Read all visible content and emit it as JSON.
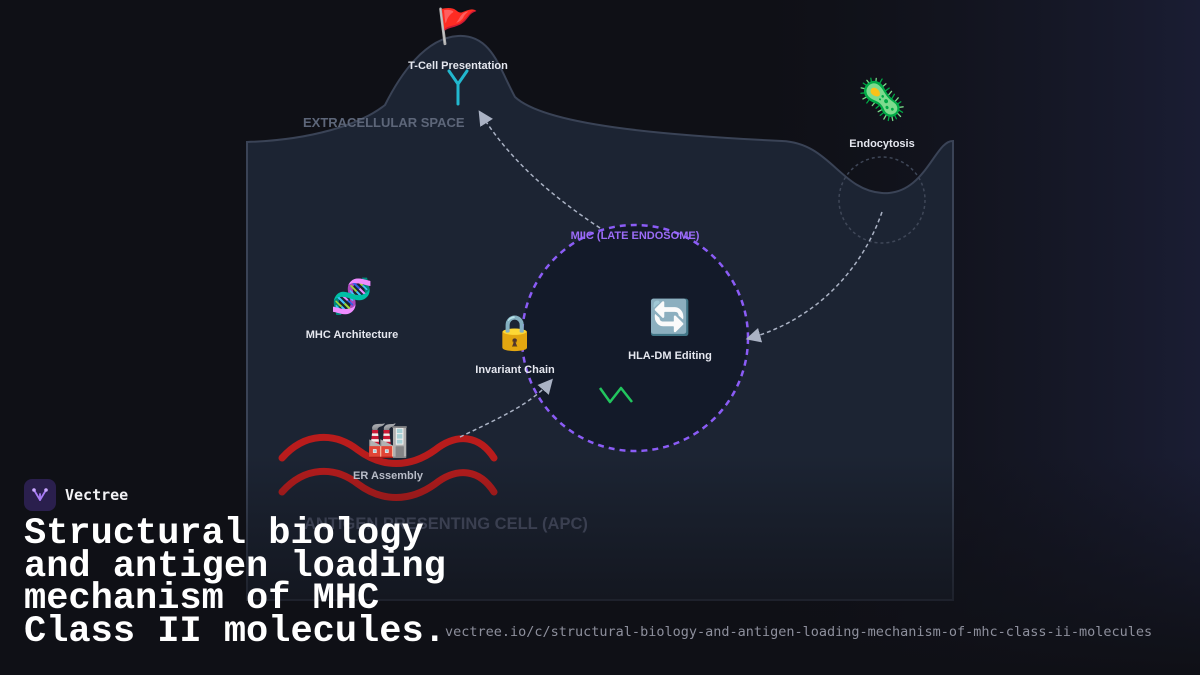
{
  "diagram": {
    "zones": {
      "extracellular": "EXTRACELLULAR SPACE",
      "apc": "ANTIGEN PRESENTING CELL (APC)",
      "endosome": "MIIC (LATE ENDOSOME)"
    },
    "nodes": {
      "tcell": {
        "label": "T-Cell Presentation",
        "icon": "🚩"
      },
      "endocytosis": {
        "label": "Endocytosis",
        "icon": "🦠"
      },
      "mhc": {
        "label": "MHC Architecture",
        "icon": "🧬"
      },
      "invariant": {
        "label": "Invariant Chain",
        "icon": "🔒"
      },
      "hladm": {
        "label": "HLA-DM Editing",
        "icon": "🔄"
      },
      "er": {
        "label": "ER Assembly",
        "icon": "🏭"
      }
    },
    "colors": {
      "membrane": "#1c2433",
      "membrane_stroke": "#3a4356",
      "endosome": "#8b5cf6",
      "receptor": "#22b8cf",
      "peptide": "#22c55e",
      "er": "#b91c1c",
      "arrow": "#aab2c4"
    }
  },
  "footer": {
    "brand": "Vectree",
    "title": "Structural biology and antigen loading mechanism of MHC Class II molecules.",
    "url": "vectree.io/c/structural-biology-and-antigen-loading-mechanism-of-mhc-class-ii-molecules"
  }
}
